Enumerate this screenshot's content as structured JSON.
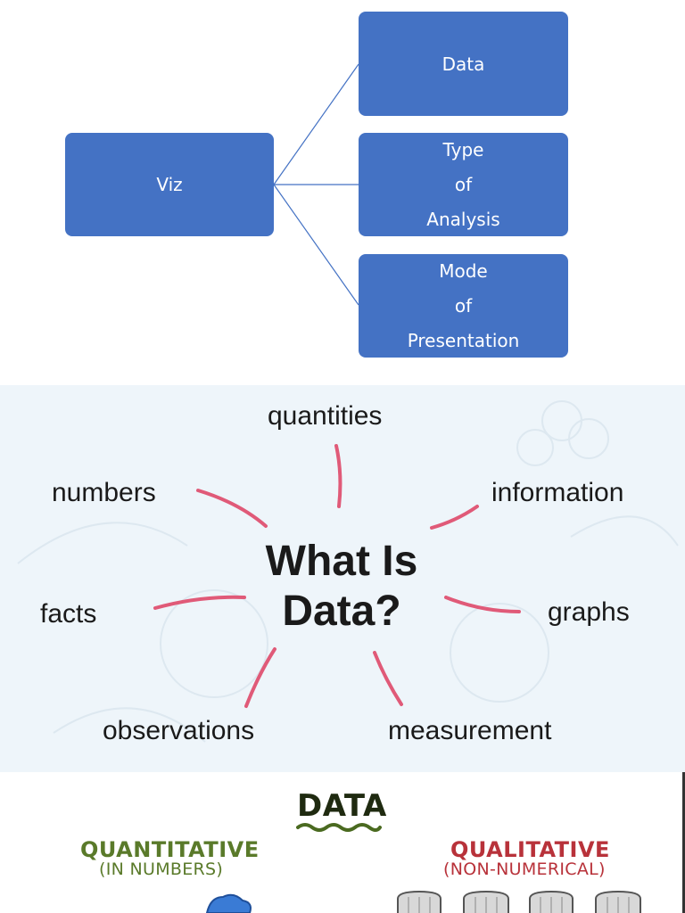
{
  "org_chart": {
    "root": "Viz",
    "children": [
      {
        "lines": [
          "Data"
        ]
      },
      {
        "lines": [
          "Type",
          "of",
          "Analysis"
        ]
      },
      {
        "lines": [
          "Mode",
          "of",
          "Presentation"
        ]
      }
    ],
    "box_color": "#4472c4"
  },
  "word_cloud": {
    "title_line1": "What Is",
    "title_line2": "Data?",
    "words": [
      "quantities",
      "numbers",
      "information",
      "facts",
      "graphs",
      "observations",
      "measurement"
    ],
    "accent_color": "#e05a78"
  },
  "data_types": {
    "heading": "DATA",
    "left_title": "QUANTITATIVE",
    "left_subtitle": "(IN NUMBERS)",
    "right_title": "QUALITATIVE",
    "right_subtitle": "(NON-NUMERICAL)",
    "left_color": "#5a7a2a",
    "right_color": "#b8323a"
  }
}
